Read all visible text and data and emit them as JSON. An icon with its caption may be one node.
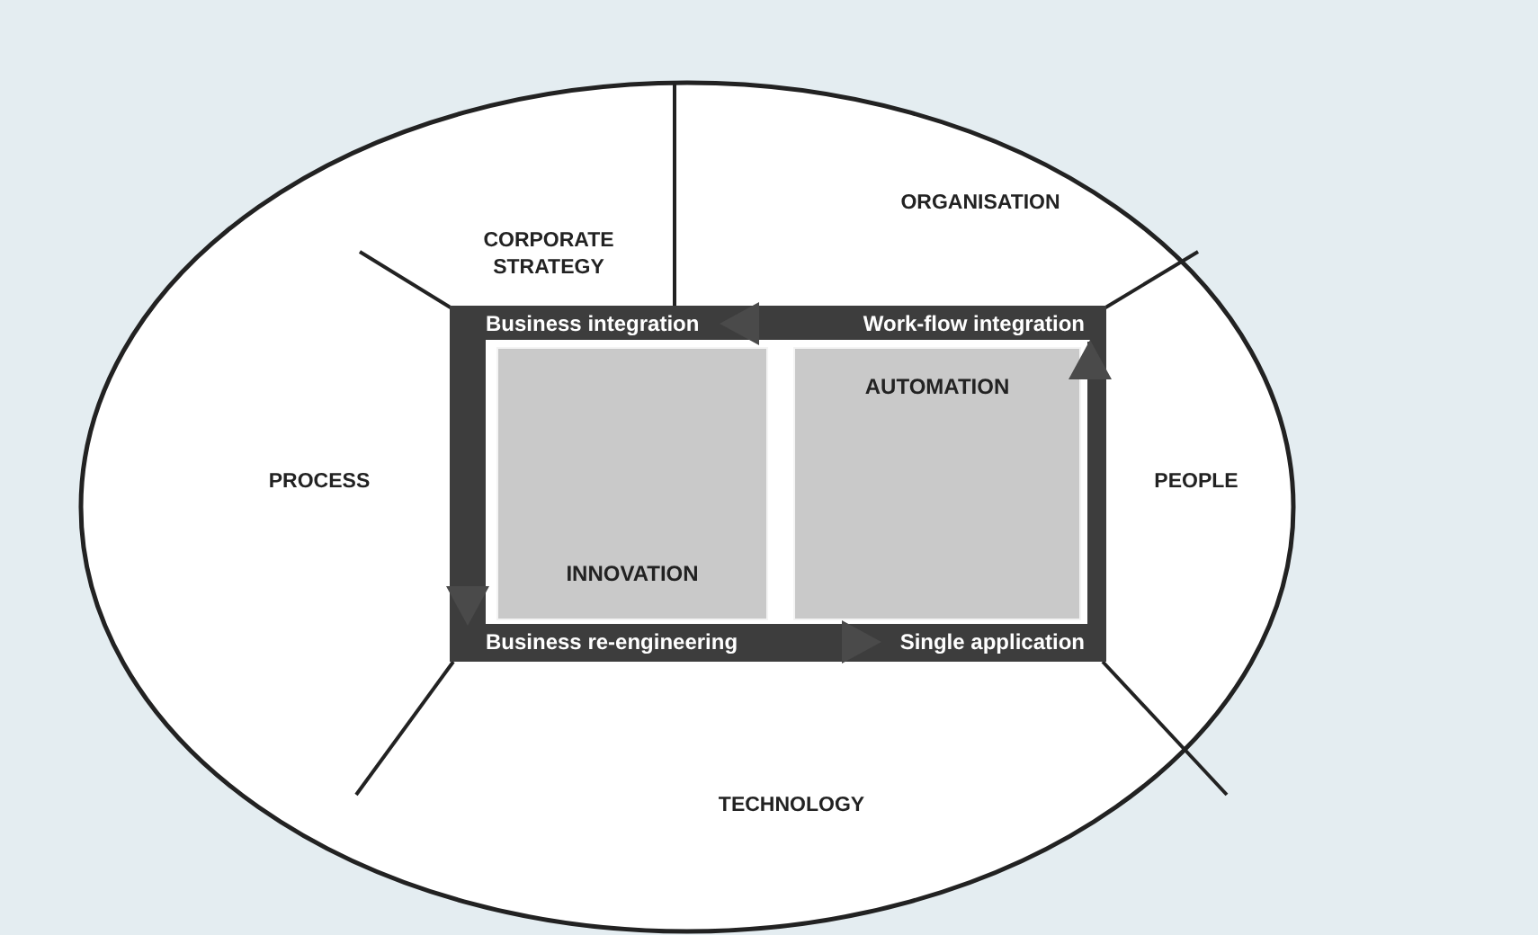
{
  "diagram": {
    "nodes": [
      {
        "text": [
          "CORPORATE STRATEGY"
        ]
      },
      {
        "text": [
          "ORGANISATION"
        ]
      },
      {
        "text": [
          "PROCESS"
        ]
      },
      {
        "text": [
          "PEOPLE"
        ]
      },
      {
        "text": [
          "Business integration"
        ]
      },
      {
        "text": [
          "Work-flow integration"
        ]
      },
      {
        "text": [
          "INNOVATION"
        ]
      },
      {
        "text": [
          "AUTOMATION"
        ]
      },
      {
        "text": [
          "Business re-engineering"
        ]
      },
      {
        "text": [
          "Single application"
        ]
      },
      {
        "text": [
          "TECHNOLOGY"
        ]
      }
    ],
    "edges": [
      {
        "from": 5,
        "to": 4,
        "arrow": "to"
      },
      {
        "from": 4,
        "to": 8,
        "arrow": "to"
      },
      {
        "from": 8,
        "to": 9,
        "arrow": "to"
      },
      {
        "from": 9,
        "to": 5,
        "arrow": "to"
      }
    ]
  }
}
